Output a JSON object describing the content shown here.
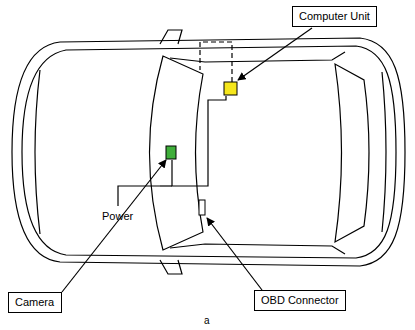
{
  "diagram": {
    "nodes": [
      {
        "text": [
          "Computer Unit"
        ]
      },
      {
        "text": [
          "Camera"
        ]
      },
      {
        "text": [
          "OBD Connector"
        ]
      }
    ],
    "labels": [
      "Power",
      "a"
    ]
  }
}
